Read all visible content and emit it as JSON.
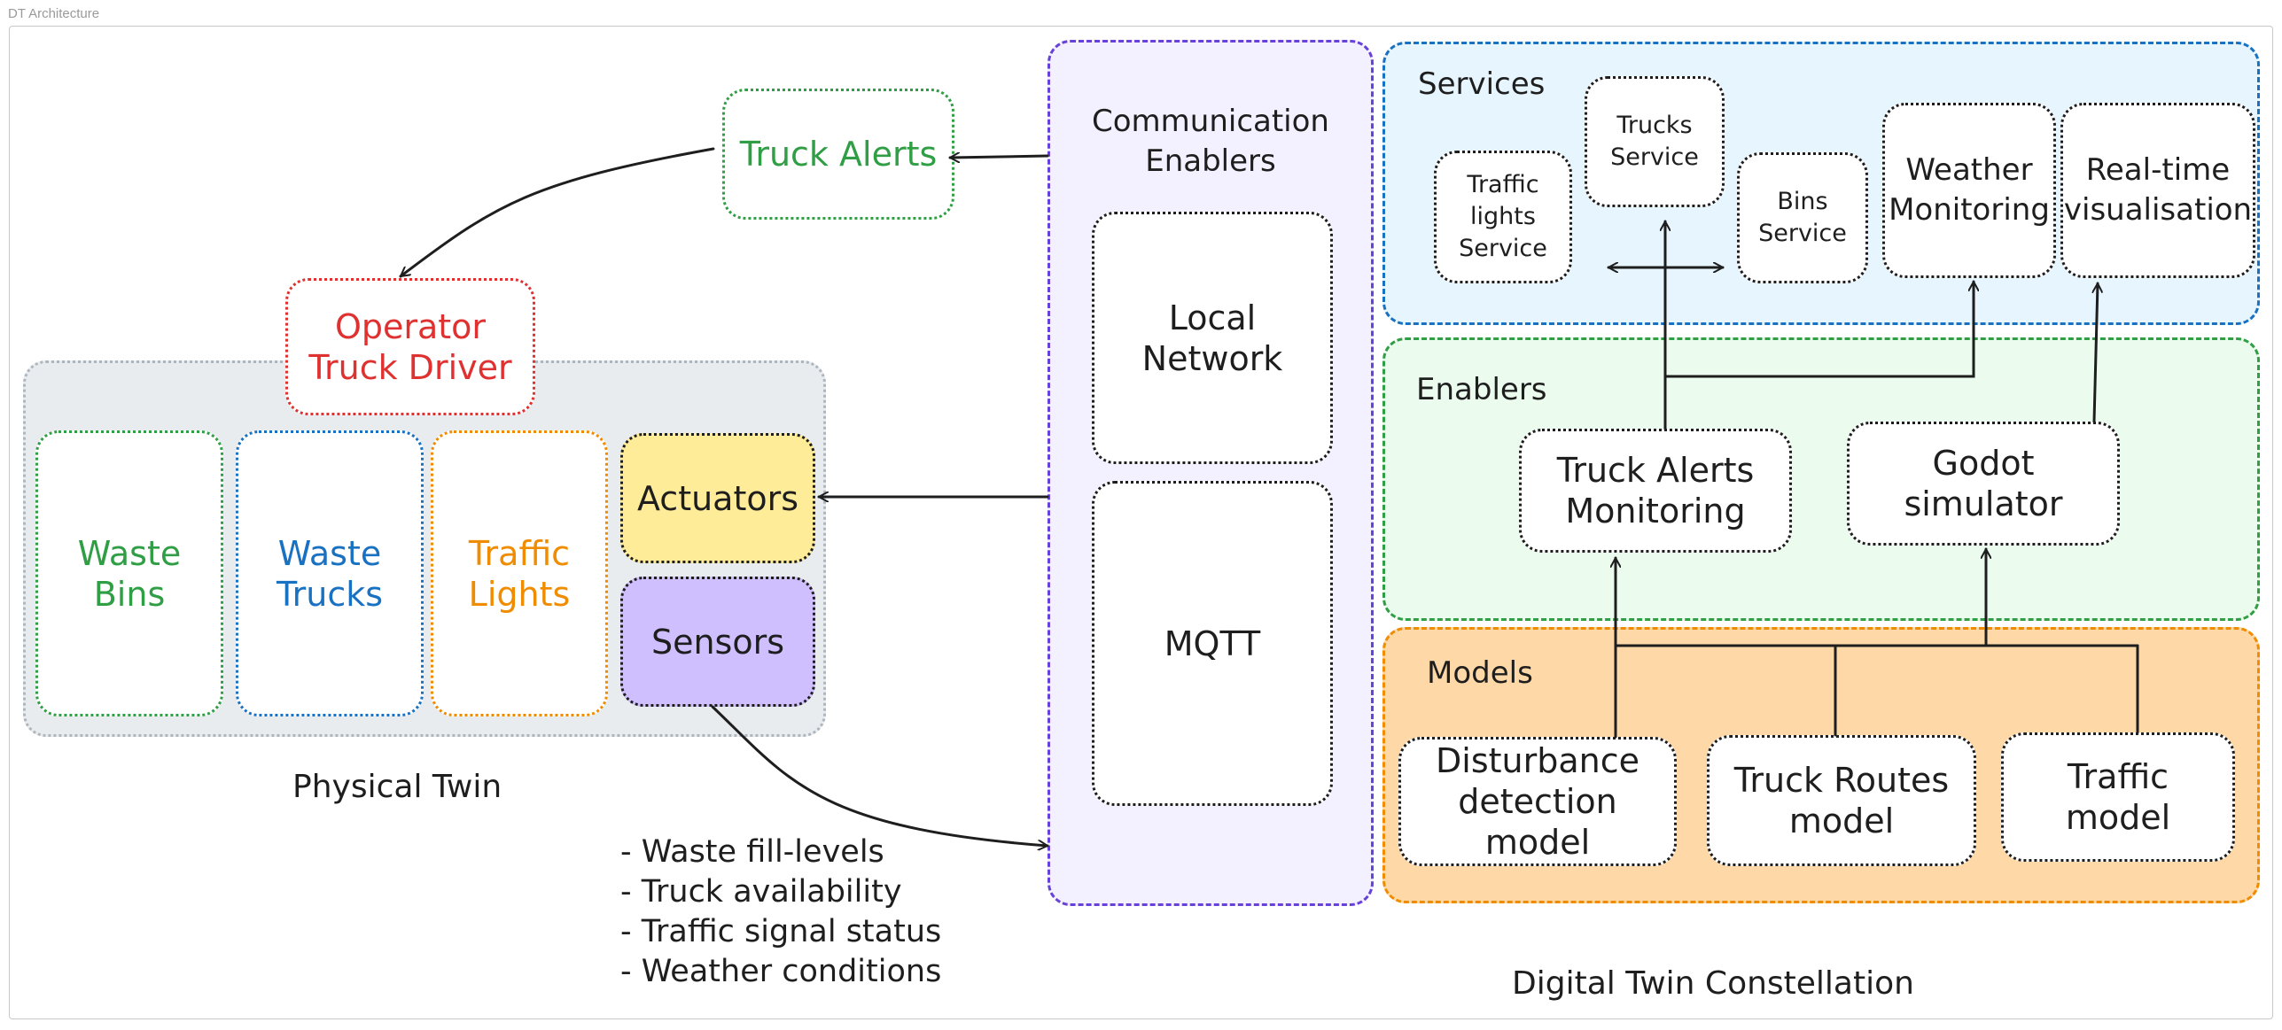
{
  "window": {
    "title": "DT Architecture"
  },
  "colors": {
    "green": "#2f9e44",
    "blue": "#1971c2",
    "orange": "#f08c00",
    "red": "#e03131",
    "purple": "#6741d9",
    "physical_bg": "#e9ecef",
    "services_bg": "#e7f5ff",
    "enablers_bg": "#ebfbee",
    "models_bg": "#ffd8a8",
    "comm_bg": "#f3f0ff",
    "actuators_bg": "#ffec99",
    "sensors_bg": "#d0bfff"
  },
  "physical_twin": {
    "caption": "Physical Twin",
    "operator": "Operator\nTruck Driver",
    "truck_alerts": "Truck Alerts",
    "waste_bins": "Waste\nBins",
    "waste_trucks": "Waste\nTrucks",
    "traffic_lights": "Traffic\nLights",
    "actuators": "Actuators",
    "sensors": "Sensors"
  },
  "sensor_data": [
    "- Waste fill-levels",
    "- Truck availability",
    "- Traffic signal status",
    "- Weather conditions"
  ],
  "communication": {
    "title": "Communication\nEnablers",
    "local_network": "Local\nNetwork",
    "mqtt": "MQTT"
  },
  "services": {
    "title": "Services",
    "traffic_lights_service": "Traffic\nlights\nService",
    "trucks_service": "Trucks\nService",
    "bins_service": "Bins\nService",
    "weather_monitoring": "Weather\nMonitoring",
    "realtime_visualisation": "Real-time\nvisualisation"
  },
  "enablers": {
    "title": "Enablers",
    "truck_alerts_monitoring": "Truck Alerts\nMonitoring",
    "godot_simulator": "Godot\nsimulator"
  },
  "models": {
    "title": "Models",
    "disturbance_detection": "Disturbance\ndetection model",
    "truck_routes": "Truck Routes\nmodel",
    "traffic_model": "Traffic\nmodel"
  },
  "digital_twin_caption": "Digital Twin Constellation"
}
